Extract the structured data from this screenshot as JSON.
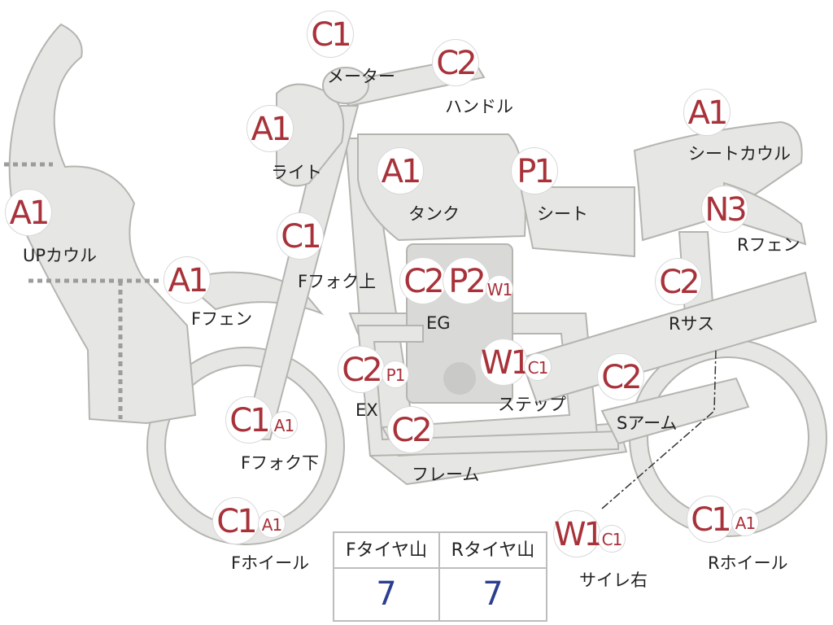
{
  "badges": {
    "meter": "C1",
    "handle": "C2",
    "light": "A1",
    "tank": "A1",
    "seat": "P1",
    "seat_cowl": "A1",
    "r_fender": "N3",
    "up_cowl": "A1",
    "f_fork_upper": "C1",
    "f_fender": "A1",
    "eg_c2": "C2",
    "eg_p2": "P2",
    "eg_w1": "W1",
    "r_sus": "C2",
    "ex_c2": "C2",
    "ex_p1": "P1",
    "step_w1": "W1",
    "step_c1": "C1",
    "s_arm": "C2",
    "f_fork_lower_c1": "C1",
    "f_fork_lower_a1": "A1",
    "frame": "C2",
    "f_wheel_c1": "C1",
    "f_wheel_a1": "A1",
    "muffler_w1": "W1",
    "muffler_c1": "C1",
    "r_wheel_c1": "C1",
    "r_wheel_a1": "A1"
  },
  "labels": {
    "meter": "メーター",
    "handle": "ハンドル",
    "light": "ライト",
    "tank": "タンク",
    "seat": "シート",
    "seat_cowl": "シートカウル",
    "r_fender": "Rフェン",
    "up_cowl": "UPカウル",
    "f_fork_upper": "Fフォク上",
    "f_fender": "Fフェン",
    "eg": "EG",
    "r_sus": "Rサス",
    "ex": "EX",
    "step": "ステップ",
    "s_arm": "Sアーム",
    "f_fork_lower": "Fフォク下",
    "frame": "フレーム",
    "f_wheel": "Fホイール",
    "muffler": "サイレ右",
    "r_wheel": "Rホイール"
  },
  "tire_table": {
    "headers": [
      "Fタイヤ山",
      "Rタイヤ山"
    ],
    "values": [
      "7",
      "7"
    ]
  },
  "colors": {
    "part_fill": "#e6e6e4",
    "badge_text": "#a8323a",
    "value_text": "#2b3f8e"
  }
}
